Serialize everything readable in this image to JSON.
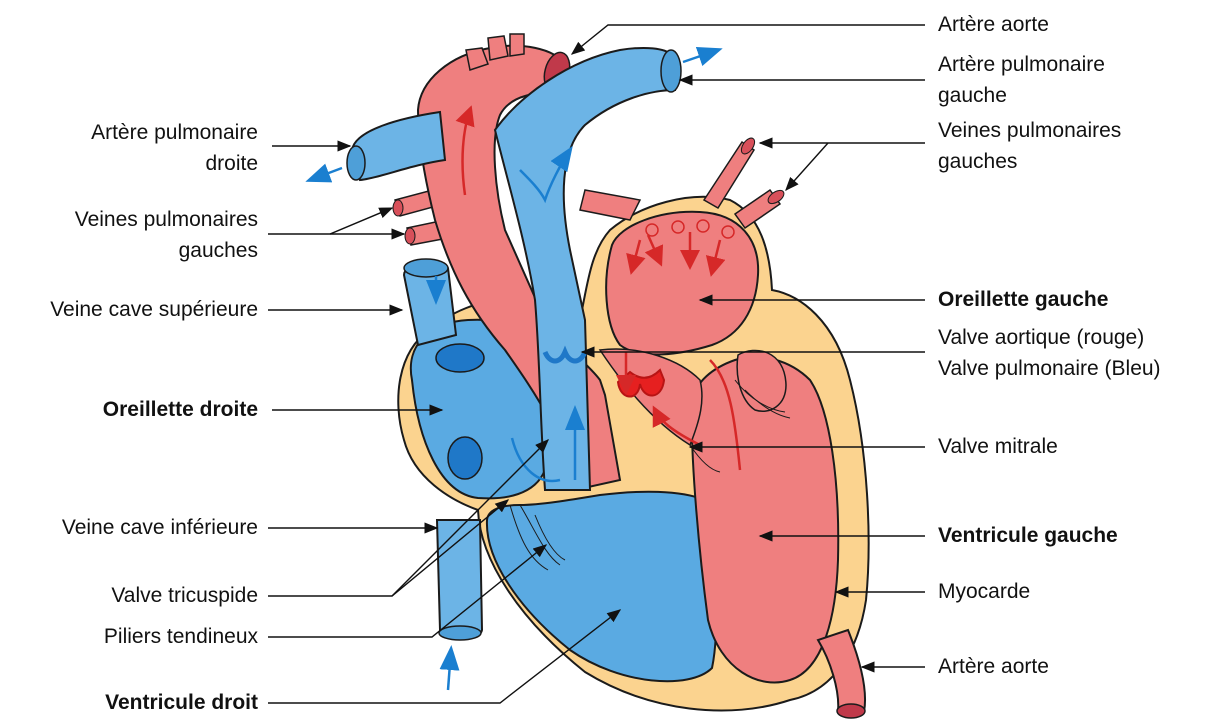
{
  "labels_left": {
    "pulm_artery_right": [
      "Artère pulmonaire",
      "droite"
    ],
    "pulm_veins_left_side": [
      "Veines pulmonaires",
      "gauches"
    ],
    "superior_vena_cava": "Veine cave supérieure",
    "right_atrium": "Oreillette droite",
    "inferior_vena_cava": "Veine cave inférieure",
    "tricuspid_valve": "Valve tricuspide",
    "chordae": "Piliers tendineux",
    "right_ventricle": "Ventricule droit"
  },
  "labels_right": {
    "aorta_top": "Artère aorte",
    "pulm_artery_left": [
      "Artère pulmonaire",
      "gauche"
    ],
    "pulm_veins_right_side": [
      "Veines pulmonaires",
      "gauches"
    ],
    "left_atrium": "Oreillette gauche",
    "aortic_valve": "Valve aortique (rouge)",
    "pulmonary_valve": "Valve pulmonaire (Bleu)",
    "mitral_valve": "Valve mitrale",
    "left_ventricle": "Ventricule gauche",
    "myocardium": "Myocarde",
    "aorta_bottom": "Artère aorte"
  },
  "colors": {
    "oxygenated": "#ef7f7f",
    "deoxygenated": "#6cb4e6",
    "myocardium": "#fbd38f",
    "valve_red": "#e62020",
    "valve_blue": "#1f78c8",
    "arrow_blue": "#1a7fd0",
    "arrow_red": "#d62828",
    "outline": "#1b1b1b"
  }
}
